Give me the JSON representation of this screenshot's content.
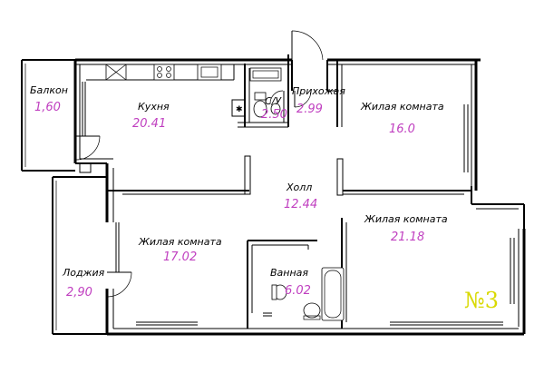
{
  "colors": {
    "area_text": "#c040c0",
    "apartment_number": "#d9d900",
    "walls": "#000000"
  },
  "rooms": {
    "balcony": {
      "name": "Балкон",
      "area": "1,60"
    },
    "kitchen": {
      "name": "Кухня",
      "area": "20.41"
    },
    "wc": {
      "name": "С/У",
      "area": "2.50"
    },
    "hallway": {
      "name": "Прихожая",
      "area": "2.99"
    },
    "living1": {
      "name": "Жилая  комната",
      "area": "16.0"
    },
    "hall": {
      "name": "Холл",
      "area": "12.44"
    },
    "living2": {
      "name": "Жилая  комната",
      "area": "21.18"
    },
    "living3": {
      "name": "Жилая  комната",
      "area": "17.02"
    },
    "loggia": {
      "name": "Лоджия",
      "area": "2,90"
    },
    "bathroom": {
      "name": "Ванная",
      "area": "6.02"
    }
  },
  "apartment_number": "№3",
  "icons": [
    "stove-icon",
    "sink-icon",
    "toilet-icon",
    "bathtub-icon",
    "door-swing-icon",
    "window-icon",
    "riser-icon"
  ]
}
